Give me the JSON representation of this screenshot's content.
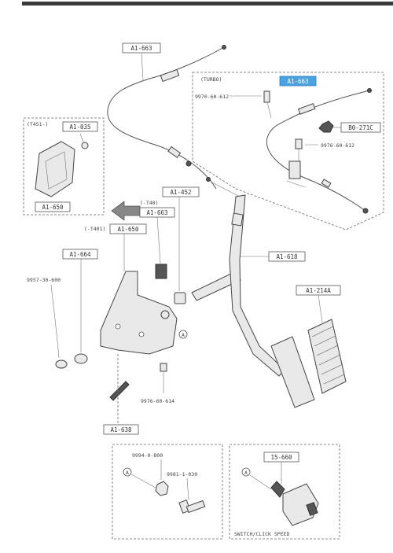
{
  "labels": {
    "cable_main": "A1-663",
    "bracket_detail": "A1-035",
    "bracket_base": "A1-650",
    "turbo_cable": "A1-663",
    "bolt_top": "9970-60-612",
    "nut_right": "B0-271C",
    "bolt_right": "9976-60-612",
    "stopper_box": "A1-452",
    "clip_small": "A1-663",
    "pedal_bracket": "A1-650",
    "spring_label": "A1-664",
    "bolt_left": "9957-30-600",
    "pedal_arm": "A1-618",
    "pedal_pad": "A1-214A",
    "bolt_lower": "9976-60-614",
    "return_spring": "A1-638",
    "nut_inset": "9994-0-800",
    "bolt_inset": "9981-1-030",
    "switch_part": "15-660"
  },
  "region_texts": {
    "turbo": "(TURBO)",
    "left_inset_tag": "(T451-)",
    "t401_tag": "(-T401)",
    "t402_tag": "(-T40)",
    "callout_a": "A",
    "switch_caption": "SWITCH/CLICK SPEED"
  },
  "colors": {
    "highlight": "#4aa3e0",
    "ink": "#444444"
  }
}
